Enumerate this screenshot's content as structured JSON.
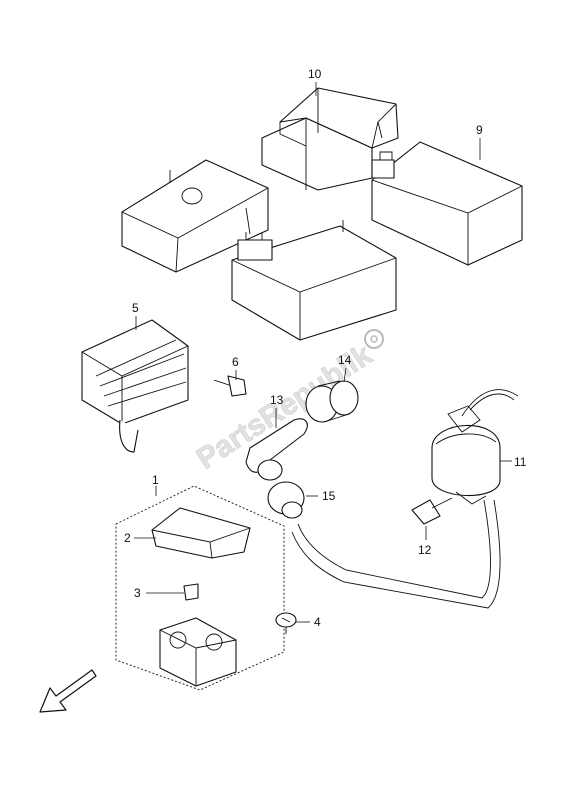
{
  "watermark": {
    "text": "PartsRepublik"
  },
  "callouts": {
    "c1": "1",
    "c2": "2",
    "c3": "3",
    "c4": "4",
    "c5": "5",
    "c6": "6",
    "c9": "9",
    "c10": "10",
    "c11": "11",
    "c12": "12",
    "c13": "13",
    "c14": "14",
    "c15": "15"
  },
  "icons": {
    "direction_arrow": "front-direction-arrow-icon",
    "watermark_gear": "gear-icon"
  }
}
